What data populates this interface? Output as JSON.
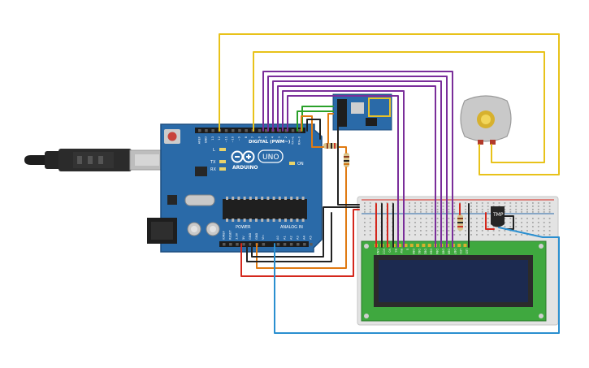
{
  "arduino": {
    "digital_header_label": "DIGITAL (PWM~)",
    "logo_text": "ARDUINO",
    "model_label": "UNO",
    "power_label": "POWER",
    "analog_label": "ANALOG IN",
    "on_label": "ON",
    "led_labels": [
      "L",
      "TX",
      "RX"
    ],
    "digital_pin_labels": [
      "AREF",
      "GND",
      "13",
      "12",
      "~11",
      "~10",
      "~9",
      "8",
      "7",
      "~6",
      "~5",
      "4",
      "~3",
      "2",
      "TX→1",
      "RX←0"
    ],
    "power_pin_labels": [
      "IOREF",
      "RESET",
      "3.3V",
      "5V",
      "GND",
      "GND",
      "Vin"
    ],
    "analog_pin_labels": [
      "A0",
      "A1",
      "A2",
      "A3",
      "A4",
      "A5"
    ]
  },
  "sensor": {
    "label": "TMP"
  },
  "lcd": {
    "pin_labels": [
      "GND",
      "VCC",
      "V0",
      "RS",
      "RW",
      "E",
      "DB0",
      "DB1",
      "DB2",
      "DB3",
      "DB4",
      "DB5",
      "DB6",
      "DB7",
      "LED",
      "LED"
    ]
  },
  "colors": {
    "board": "#2a6aa8",
    "wire_yellow": "#e8c21a",
    "wire_purple": "#7a2e9a",
    "wire_red": "#d4271c",
    "wire_black": "#222222",
    "wire_orange": "#e07a12",
    "wire_blue": "#2a8fd0",
    "wire_green": "#2aa02a",
    "lcd_board": "#3fa83f",
    "lcd_screen": "#1c2a50",
    "esp_board": "#2a6aa8"
  }
}
